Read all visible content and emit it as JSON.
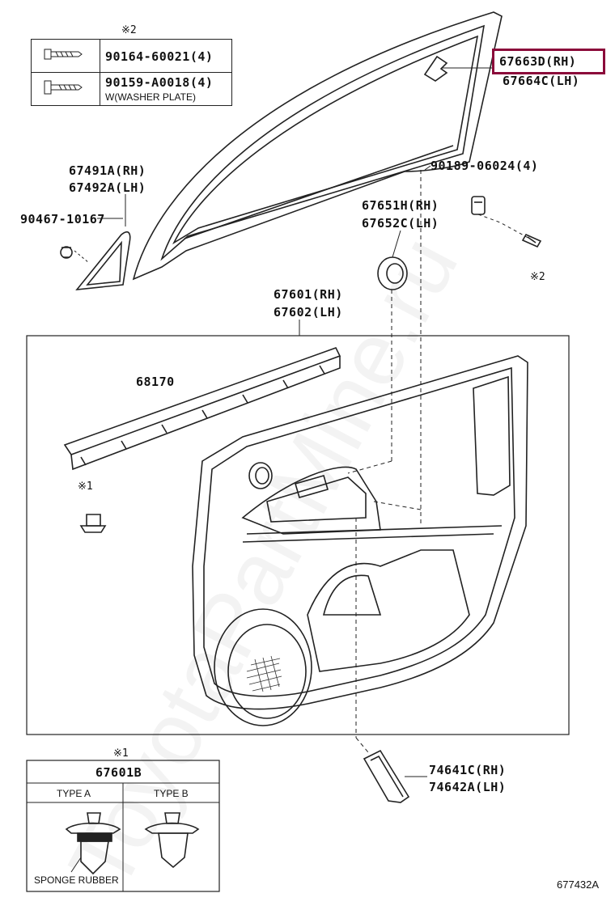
{
  "watermark": "ToyotaPartMine.ru",
  "bolt_table": {
    "note": "※2",
    "rows": [
      {
        "part": "90164-60021(4)",
        "sub": ""
      },
      {
        "part": "90159-A0018(4)",
        "sub": "W(WASHER PLATE)"
      }
    ]
  },
  "labels": {
    "p67663d": "67663D(RH)",
    "p67664c": "67664C(LH)",
    "p67491a": "67491A(RH)",
    "p67492a": "67492A(LH)",
    "p90467": "90467-10167",
    "p90189": "90189-06024(4)",
    "p67651h": "67651H(RH)",
    "p67652c": "67652C(LH)",
    "note2": "※2",
    "p67601": "67601(RH)",
    "p67602": "67602(LH)",
    "p68170": "68170",
    "note1": "※1",
    "p74641c": "74641C(RH)",
    "p74642a": "74642A(LH)",
    "diagram_id": "677432A"
  },
  "clip_table": {
    "note": "※1",
    "part": "67601B",
    "type_a": "TYPE A",
    "type_b": "TYPE B",
    "sponge": "SPONGE RUBBER"
  },
  "highlight_color": "#8b0a3a"
}
